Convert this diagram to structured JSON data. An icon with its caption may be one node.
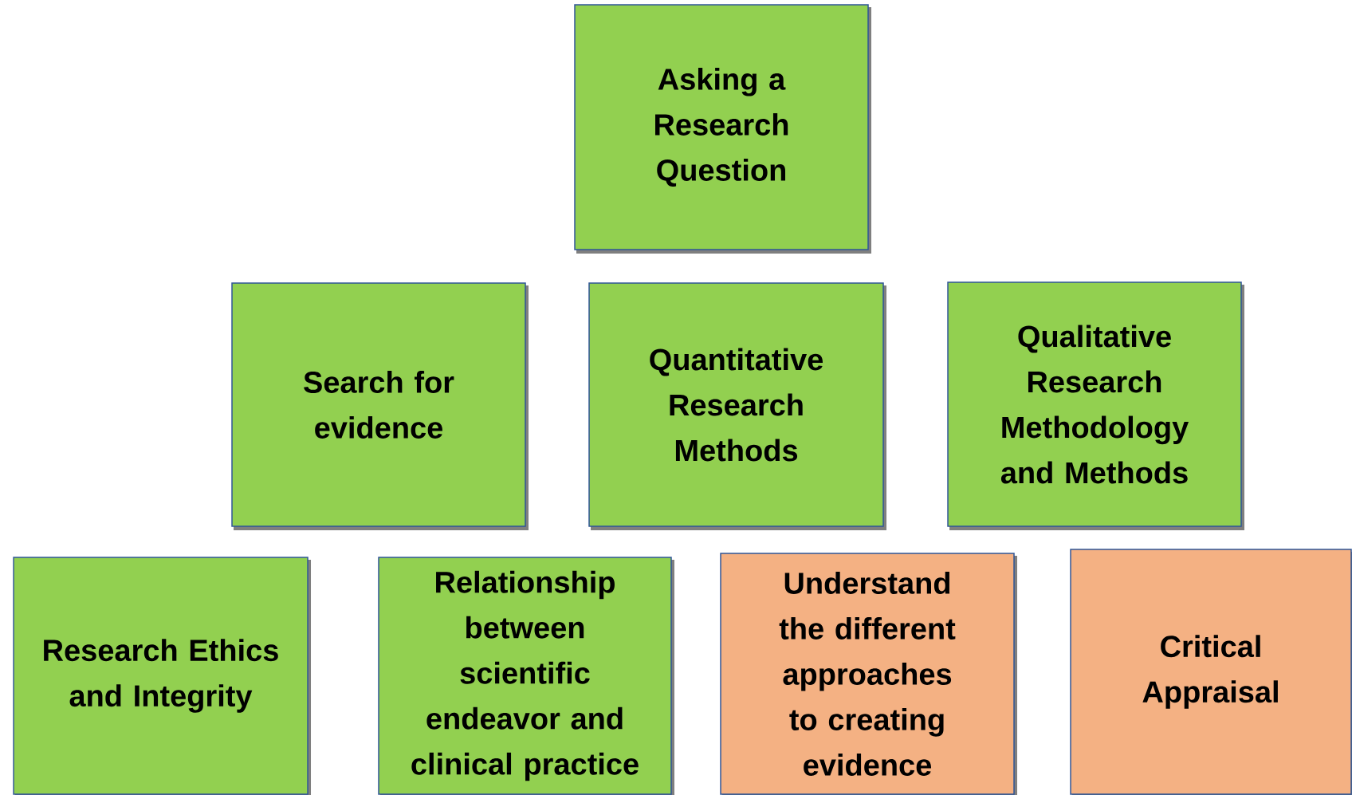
{
  "diagram": {
    "nodes": [
      {
        "text": [
          "Asking a Research Question"
        ]
      },
      {
        "text": [
          "Search for evidence"
        ]
      },
      {
        "text": [
          "Quantitative Research Methods"
        ]
      },
      {
        "text": [
          "Qualitative Research Methodology and Methods"
        ]
      },
      {
        "text": [
          "Research Ethics and Integrity"
        ]
      },
      {
        "text": [
          "Relationship between scientific endeavor and clinical practice"
        ]
      },
      {
        "text": [
          "Understand the different approaches to creating evidence"
        ]
      },
      {
        "text": [
          "Critical Appraisal"
        ]
      }
    ]
  }
}
